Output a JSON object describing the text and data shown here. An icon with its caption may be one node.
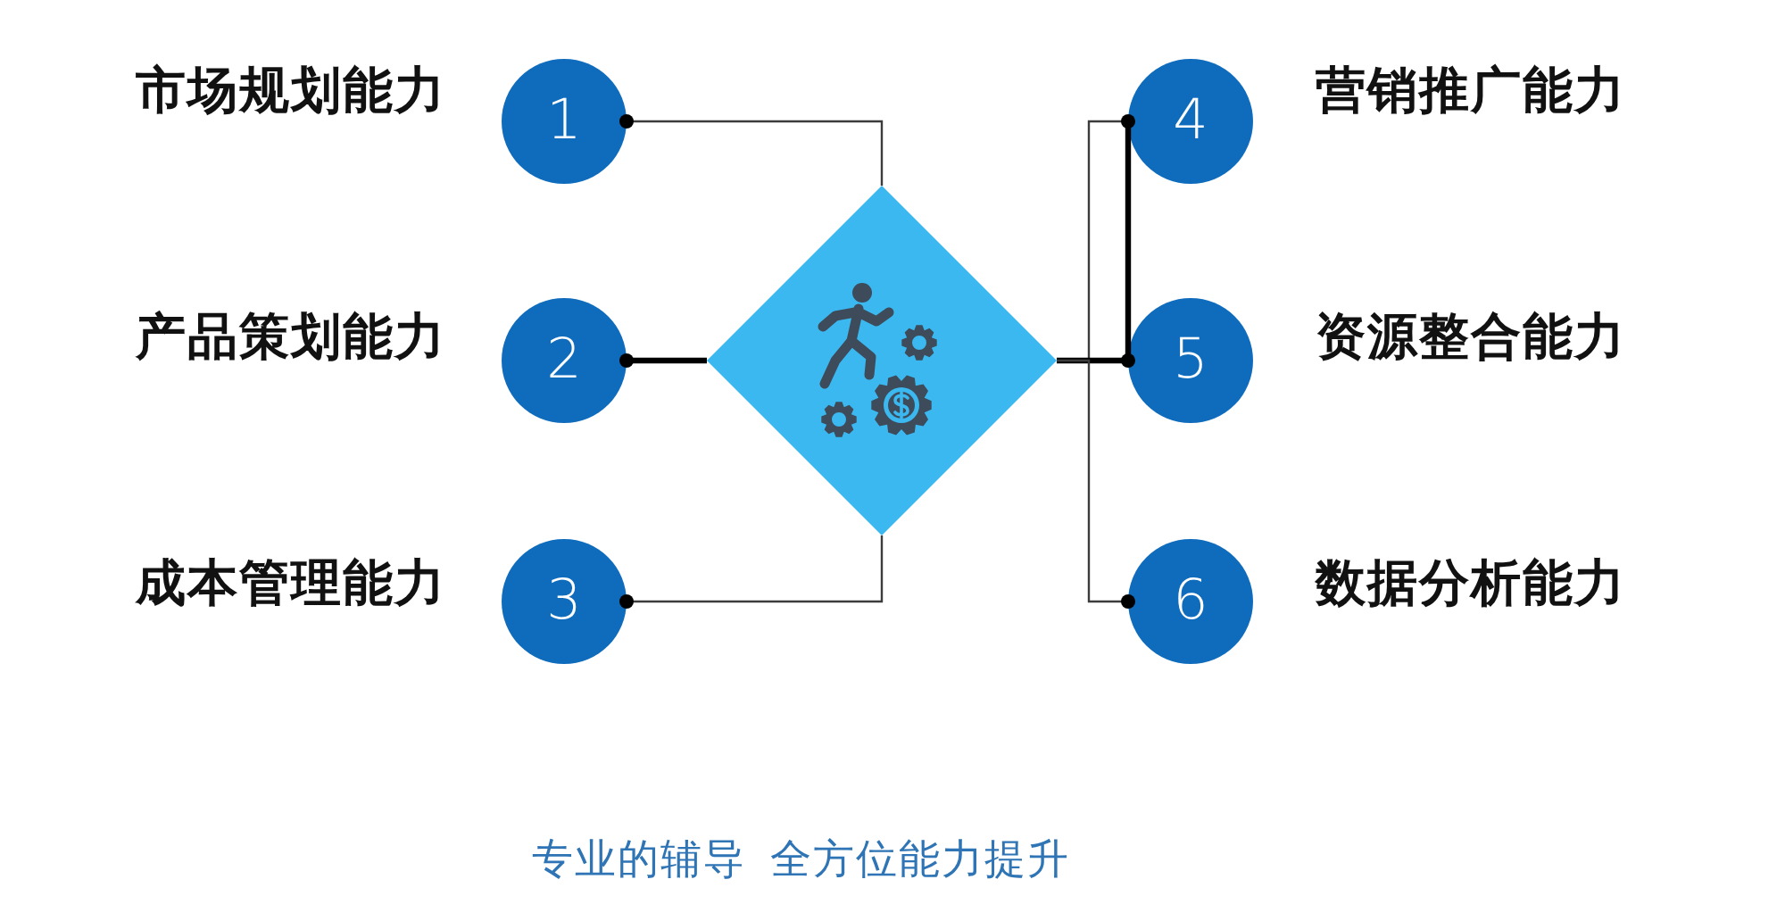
{
  "diagram": {
    "caption": "专业的辅导 全方位能力提升",
    "nodes": [
      {
        "text": [
          "1"
        ],
        "beside": [
          "市场规划能力"
        ]
      },
      {
        "text": [
          "2"
        ],
        "beside": [
          "产品策划能力"
        ]
      },
      {
        "text": [
          "3"
        ],
        "beside": [
          "成本管理能力"
        ]
      },
      {
        "text": [],
        "shape": "diamond"
      },
      {
        "text": [
          "4"
        ],
        "beside": [
          "营销推广能力"
        ]
      },
      {
        "text": [
          "5"
        ],
        "beside": [
          "资源整合能力"
        ]
      },
      {
        "text": [
          "6"
        ],
        "beside": [
          "数据分析能力"
        ]
      }
    ],
    "edges": [
      {
        "from": 3,
        "to": 0,
        "arrow": "other"
      },
      {
        "from": 3,
        "to": 1,
        "arrow": "other",
        "style": "thick",
        "color": "#000000"
      },
      {
        "from": 3,
        "to": 2,
        "arrow": "other"
      },
      {
        "from": 3,
        "to": 4,
        "arrow": "other"
      },
      {
        "from": 3,
        "to": 5,
        "arrow": "other",
        "style": "thick",
        "color": "#000000"
      },
      {
        "from": 3,
        "to": 6,
        "arrow": "other"
      },
      {
        "from": 4,
        "to": 5,
        "arrow": "none",
        "style": "thick",
        "color": "#000000"
      }
    ]
  }
}
